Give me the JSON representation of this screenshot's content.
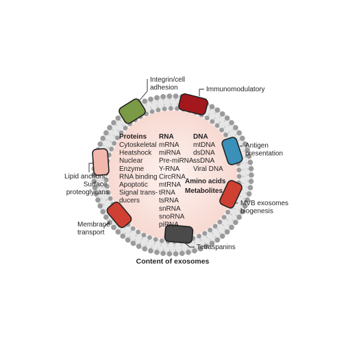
{
  "caption": "Content of exosomes",
  "columns": [
    {
      "header": "Proteins",
      "items": [
        "Cytoskeletal",
        "Heatshock",
        "Nuclear",
        "Enzyme",
        "RNA binding",
        "Apoptotic",
        "Signal trans-",
        "ducers"
      ]
    },
    {
      "header": "RNA",
      "items": [
        "mRNA",
        "miRNA",
        "Pre-miRNA",
        "Y-RNA",
        "CircRNA",
        "mtRNA",
        "tRNA",
        "tsRNA",
        "snRNA",
        "snoRNA",
        "piRNA"
      ]
    },
    {
      "header": "DNA",
      "items": [
        "mtDNA",
        "dsDNA",
        "ssDNA",
        "Viral DNA"
      ]
    }
  ],
  "extra_headers": [
    "Amino acids",
    "Metabolites"
  ],
  "proteins": {
    "integrin": {
      "label": [
        "Integrin/cell",
        "adhesion"
      ],
      "color": "#7a9a45"
    },
    "immuno": {
      "label": [
        "Immunomodulatory"
      ],
      "color": "#a3181d"
    },
    "antigen": {
      "label": [
        "Antigen",
        "presentation"
      ],
      "color": "#3a90b8"
    },
    "mvb": {
      "label": [
        "MVB exosomes",
        "biogenesis"
      ],
      "color": "#cf4033"
    },
    "tetra": {
      "label": [
        "Tetraspanins"
      ],
      "color": "#4a4a4a"
    },
    "membrane": {
      "label": [
        "Membrane",
        "transport"
      ],
      "color": "#cf4033"
    },
    "lipid": {
      "label": [
        "Lipid anchors,",
        "Surface",
        "proteoglycans"
      ],
      "color": "#f2b8ad"
    }
  },
  "colors": {
    "lumen": "#fbe6e0",
    "bilayer_head": "#9b9b9b",
    "bilayer_tail": "#c6c6c6"
  }
}
